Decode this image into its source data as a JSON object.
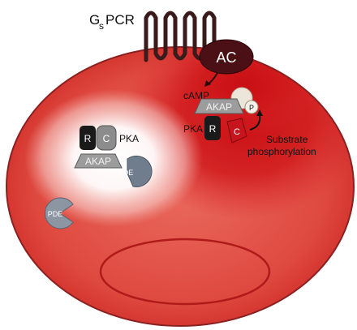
{
  "receptor": {
    "label_main": "G",
    "label_sub": "s",
    "label_rest": "PCR"
  },
  "adenylyl_cyclase": {
    "label": "AC"
  },
  "camp": {
    "label": "cAMP"
  },
  "complex_bound": {
    "akap_label": "AKAP",
    "pka_label": "PKA",
    "r_label": "R",
    "c_label": "C",
    "phospho_label": "P",
    "substrate_line1": "Substrate",
    "substrate_line2": "phosphorylation"
  },
  "complex_free": {
    "r_label": "R",
    "c_label": "C",
    "pka_label": "PKA",
    "akap_label": "AKAP",
    "pde_label": "PDE"
  },
  "pde_free": {
    "label": "PDE"
  },
  "colors": {
    "cell_red": "#d8262b",
    "cell_outline": "#7a1a1a",
    "ac_dark": "#4a1016",
    "akap_gray": "#9a9a9a",
    "pde_gray": "#6f7d8c",
    "c_red": "#c8141c"
  },
  "icons": [
    "gpcr-serpentine-icon",
    "pde-pacman-icon",
    "substrate-icon",
    "phosphate-icon"
  ]
}
